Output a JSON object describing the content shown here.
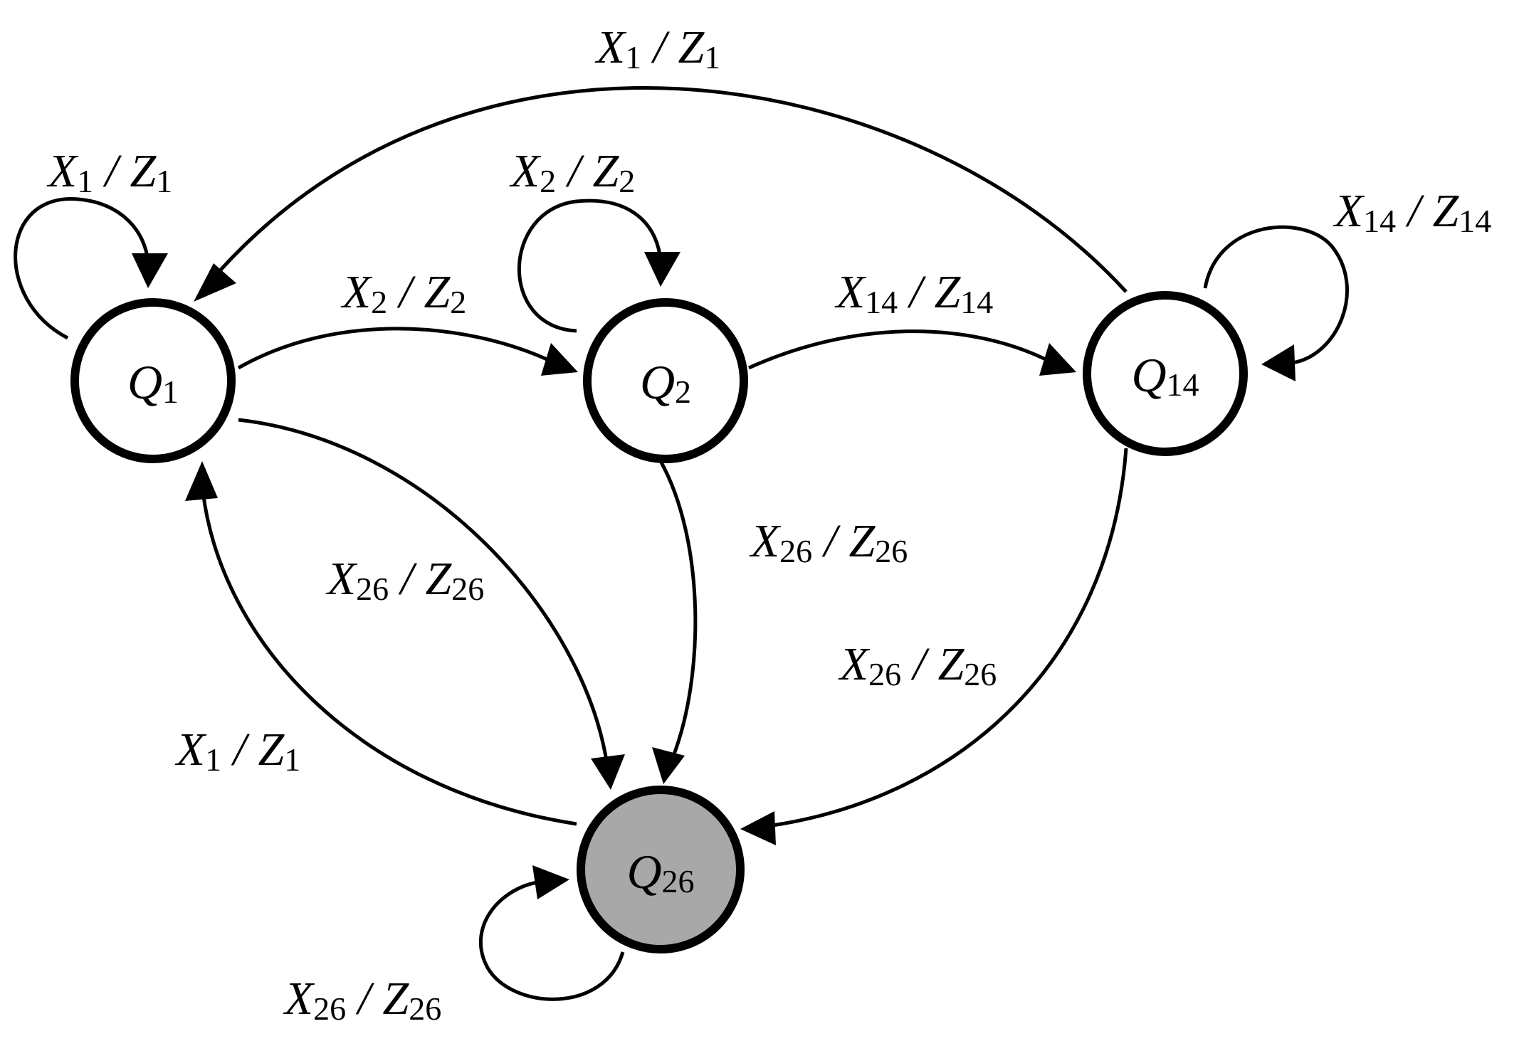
{
  "states": [
    {
      "id": "q1",
      "name": "Q",
      "sub": "1",
      "final": false
    },
    {
      "id": "q2",
      "name": "Q",
      "sub": "2",
      "final": false
    },
    {
      "id": "q14",
      "name": "Q",
      "sub": "14",
      "final": false
    },
    {
      "id": "q26",
      "name": "Q",
      "sub": "26",
      "final": true,
      "fill": "#a8a8a8"
    }
  ],
  "transitions": [
    {
      "from": "q14",
      "to": "q1",
      "x": "X",
      "xs": "1",
      "z": "Z",
      "zs": "1"
    },
    {
      "from": "q1",
      "to": "q1",
      "x": "X",
      "xs": "1",
      "z": "Z",
      "zs": "1"
    },
    {
      "from": "q2",
      "to": "q2",
      "x": "X",
      "xs": "2",
      "z": "Z",
      "zs": "2"
    },
    {
      "from": "q14",
      "to": "q14",
      "x": "X",
      "xs": "14",
      "z": "Z",
      "zs": "14"
    },
    {
      "from": "q1",
      "to": "q2",
      "x": "X",
      "xs": "2",
      "z": "Z",
      "zs": "2"
    },
    {
      "from": "q2",
      "to": "q14",
      "x": "X",
      "xs": "14",
      "z": "Z",
      "zs": "14"
    },
    {
      "from": "q2",
      "to": "q26",
      "x": "X",
      "xs": "26",
      "z": "Z",
      "zs": "26"
    },
    {
      "from": "q1",
      "to": "q26",
      "x": "X",
      "xs": "26",
      "z": "Z",
      "zs": "26"
    },
    {
      "from": "q14",
      "to": "q26",
      "x": "X",
      "xs": "26",
      "z": "Z",
      "zs": "26"
    },
    {
      "from": "q26",
      "to": "q1",
      "x": "X",
      "xs": "1",
      "z": "Z",
      "zs": "1"
    },
    {
      "from": "q26",
      "to": "q26",
      "x": "X",
      "xs": "26",
      "z": "Z",
      "zs": "26"
    }
  ],
  "separator": "/"
}
